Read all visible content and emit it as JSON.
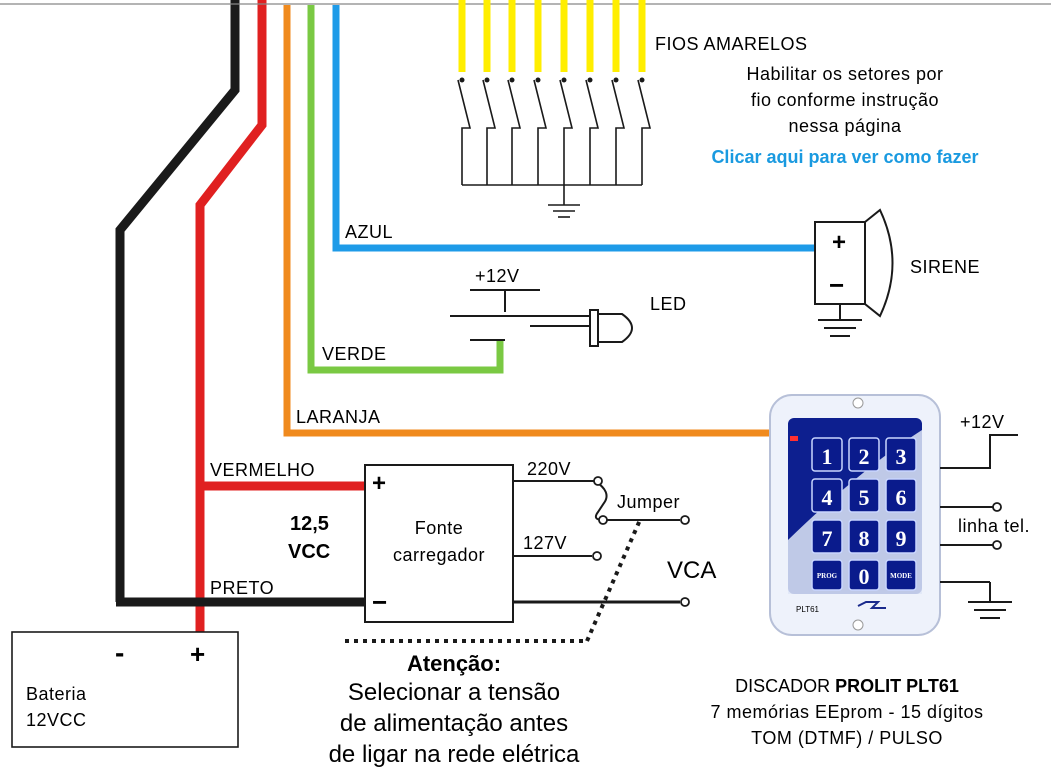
{
  "labels": {
    "fios_amarelos": "FIOS AMARELOS",
    "setores_line1": "Habilitar os setores por",
    "setores_line2": "fio conforme instrução",
    "setores_line3": "nessa página",
    "setores_link": "Clicar aqui para ver como fazer",
    "azul": "AZUL",
    "verde": "VERDE",
    "laranja": "LARANJA",
    "vermelho": "VERMELHO",
    "preto": "PRETO",
    "plus12v_led": "+12V",
    "plus12v_disc": "+12V",
    "led": "LED",
    "sirene": "SIRENE",
    "sirene_plus": "+",
    "sirene_minus": "−",
    "fonte_line1": "Fonte",
    "fonte_line2": "carregador",
    "fonte_plus": "+",
    "fonte_minus": "−",
    "v220": "220V",
    "v127": "127V",
    "jumper": "Jumper",
    "vca": "VCA",
    "vcc_line1": "12,5",
    "vcc_line2": "VCC",
    "linha_tel": "linha tel.",
    "bateria_minus": "-",
    "bateria_plus": "+",
    "bateria_line1": "Bateria",
    "bateria_line2": "12VCC",
    "atencao_title": "Atenção:",
    "atencao_line1": "Selecionar  a tensão",
    "atencao_line2": "de alimentação antes",
    "atencao_line3": "de ligar na rede elétrica",
    "discador_prefix": "DISCADOR ",
    "discador_model": "PROLIT PLT61",
    "discador_line2": "7 memórias EEprom  - 15 dígitos",
    "discador_line3": "TOM (DTMF) / PULSO",
    "keypad_keys": [
      "1",
      "2",
      "3",
      "4",
      "5",
      "6",
      "7",
      "8",
      "9",
      "PROG",
      "0",
      "MODE"
    ],
    "keypad_brand": "PLT61"
  },
  "colors": {
    "black_wire": "#1a1a1a",
    "red_wire": "#e02020",
    "orange_wire": "#f08a1e",
    "green_wire": "#7ac943",
    "blue_wire": "#1e9be8",
    "yellow_wire": "#ffee00",
    "link": "#1a9ae0",
    "keypad_body": "#eef2fb",
    "keypad_keys": "#0a1b8c"
  }
}
